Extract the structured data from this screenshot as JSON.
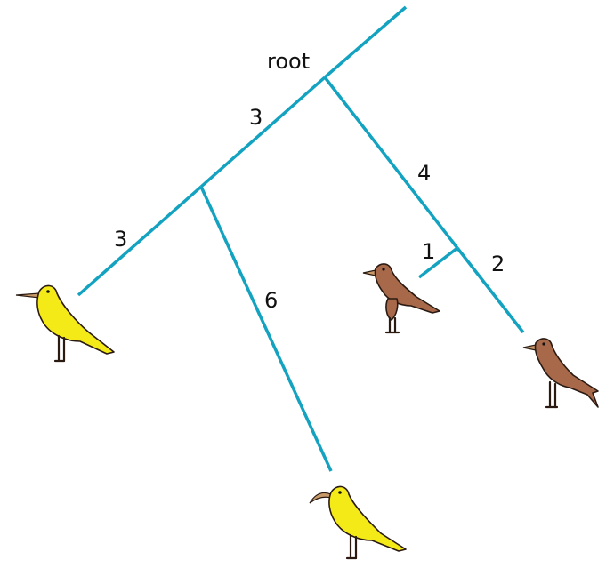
{
  "diagram": {
    "root_label": "root",
    "colors": {
      "branch": "#13a3c0",
      "yellow_bird": "#f4ea17",
      "brown_bird": "#a8694a"
    },
    "branch_lengths": [
      {
        "id": "root-to-node-a",
        "label": "3"
      },
      {
        "id": "node-a-to-bird-1",
        "label": "3"
      },
      {
        "id": "node-a-to-bird-2",
        "label": "6"
      },
      {
        "id": "root-to-node-b",
        "label": "4"
      },
      {
        "id": "node-b-to-bird-3",
        "label": "1"
      },
      {
        "id": "node-b-to-bird-4",
        "label": "2"
      }
    ],
    "leaves": [
      {
        "name": "yellow-bird-short-beak",
        "color": "yellow"
      },
      {
        "name": "yellow-bird-curved-beak",
        "color": "yellow"
      },
      {
        "name": "brown-bird-feathered-legs",
        "color": "brown"
      },
      {
        "name": "brown-bird-forked-tail",
        "color": "brown"
      }
    ]
  }
}
